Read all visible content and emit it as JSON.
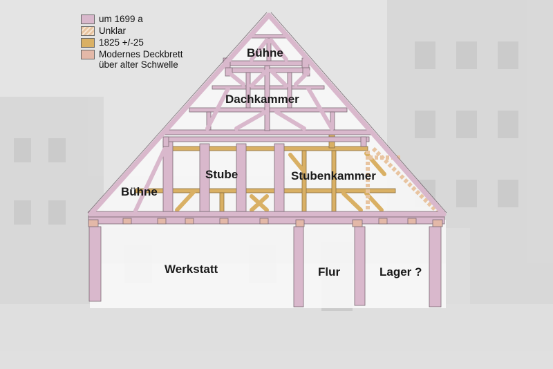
{
  "colors": {
    "period_1699": "#d9b8cc",
    "unclear": "#e8c4a0",
    "period_1825": "#d9b064",
    "modern_board": "#e3b8a8",
    "outline": "#7a6a74",
    "background": "#e4e4e4",
    "panel_fill": "#f7f7f7"
  },
  "legend": [
    {
      "key": "period_1699",
      "label": "um 1699 a",
      "label_line2": ""
    },
    {
      "key": "unclear",
      "label": "Unklar",
      "label_line2": ""
    },
    {
      "key": "period_1825",
      "label": "1825 +/-25",
      "label_line2": ""
    },
    {
      "key": "modern_board",
      "label": "Modernes Deckbrett",
      "label_line2": "über alter Schwelle"
    }
  ],
  "rooms": {
    "attic_top": "Bühne",
    "attic_room": "Dachkammer",
    "parlor": "Stube",
    "parlor_chamber": "Stubenkammer",
    "side_attic": "Bühne",
    "workshop": "Werkstatt",
    "hallway": "Flur",
    "storage": "Lager ?"
  }
}
